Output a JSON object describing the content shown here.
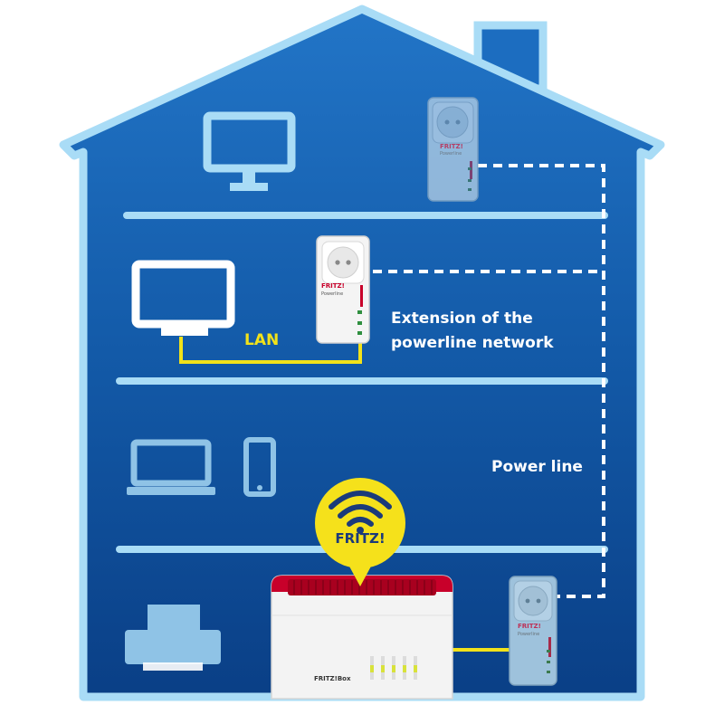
{
  "labels": {
    "extension_line1": "Extension of the",
    "extension_line2": "powerline network",
    "power_line": "Power line",
    "lan": "LAN",
    "fritz_bubble": "FRITZ!"
  },
  "devices": {
    "adapter_brand": "FRITZ!",
    "adapter_model": "Powerline",
    "router_brand": "FRITZ!Box"
  },
  "colors": {
    "sky": "#8fd3f4",
    "house_dark": "#0a3f86",
    "house_light": "#1b6fc0",
    "outline": "#a9dcf6",
    "lan_cable": "#f2e21a",
    "fritz_red": "#c8002a",
    "bubble": "#f5e11b"
  }
}
